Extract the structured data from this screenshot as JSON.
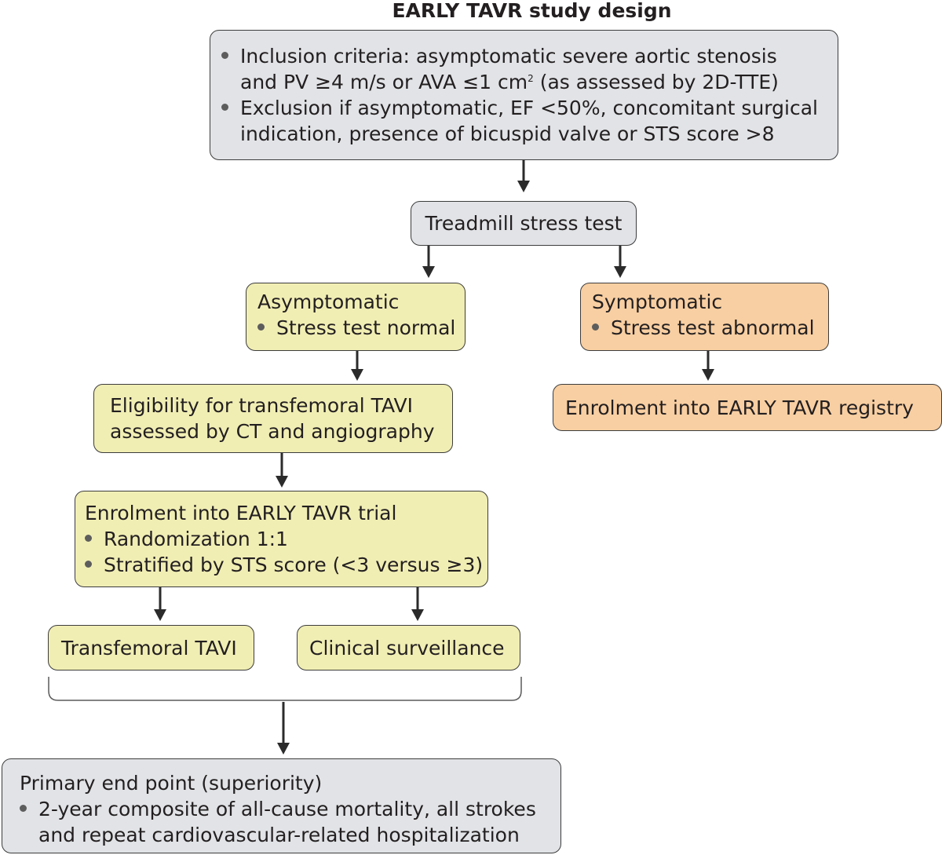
{
  "title": "EARLY TAVR study design",
  "criteria_box": {
    "inclusion_line1": "Inclusion criteria: asymptomatic severe aortic stenosis",
    "inclusion_line2_pre": "and PV ≥4 m/s or AVA ≤1 cm",
    "inclusion_line2_sup": "2",
    "inclusion_line2_post": " (as assessed by 2D-TTE)",
    "exclusion_line1": "Exclusion if asymptomatic, EF <50%, concomitant surgical",
    "exclusion_line2": "indication, presence of bicuspid valve or STS score >8"
  },
  "treadmill_box": {
    "label": "Treadmill stress test"
  },
  "asymptomatic_box": {
    "heading": "Asymptomatic",
    "bullet": "Stress test normal"
  },
  "symptomatic_box": {
    "heading": "Symptomatic",
    "bullet": "Stress test abnormal"
  },
  "eligibility_box": {
    "line1": "Eligibility for transfemoral TAVI",
    "line2": "assessed by CT and angiography"
  },
  "registry_box": {
    "label": "Enrolment into EARLY TAVR registry"
  },
  "trial_box": {
    "heading": "Enrolment into EARLY TAVR trial",
    "bullet1": "Randomization 1:1",
    "bullet2": "Stratified by STS score (<3 versus ≥3)"
  },
  "tavi_box": {
    "label": "Transfemoral TAVI"
  },
  "surveillance_box": {
    "label": "Clinical surveillance"
  },
  "endpoint_box": {
    "heading": "Primary end point (superiority)",
    "bullet_line1": "2-year composite of all-cause mortality, all strokes",
    "bullet_line2": "and repeat cardiovascular-related hospitalization"
  },
  "colors": {
    "grey_box": "#e1e3e6",
    "yellow_box": "#f1eeb4",
    "orange_box": "#f8cfa2",
    "border": "#3d3d3d",
    "arrow": "#2b2b2b"
  }
}
